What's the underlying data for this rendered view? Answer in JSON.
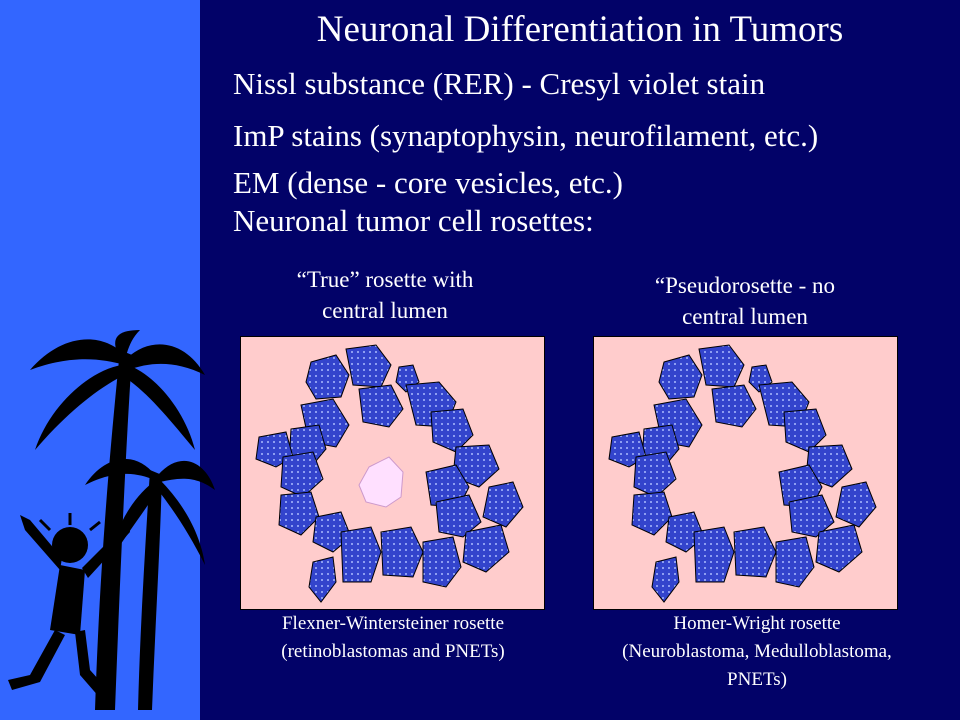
{
  "slide": {
    "title": "Neuronal Differentiation in Tumors",
    "bullets": [
      "Nissl substance (RER) - Cresyl violet stain",
      "ImP stains (synaptophysin, neurofilament, etc.)",
      "EM (dense - core vesicles, etc.)",
      "Neuronal tumor cell rosettes:"
    ],
    "left": {
      "caption": "“True” rosette with\ncentral lumen",
      "label": "Flexner-Wintersteiner rosette\n(retinoblastomas and PNETs)"
    },
    "right": {
      "caption": "“Pseudorosette - no\ncentral lumen",
      "label": "Homer-Wright rosette\n(Neuroblastoma, Medulloblastoma,\nPNETs)"
    }
  },
  "colors": {
    "background": "#020268",
    "sidebar": "#3366ff",
    "panel": "#ffcccc",
    "cell": "#3344cc",
    "lumen": "#ffe0ff"
  },
  "icons": {
    "decoration": "palm-tree-dancer-icon"
  }
}
